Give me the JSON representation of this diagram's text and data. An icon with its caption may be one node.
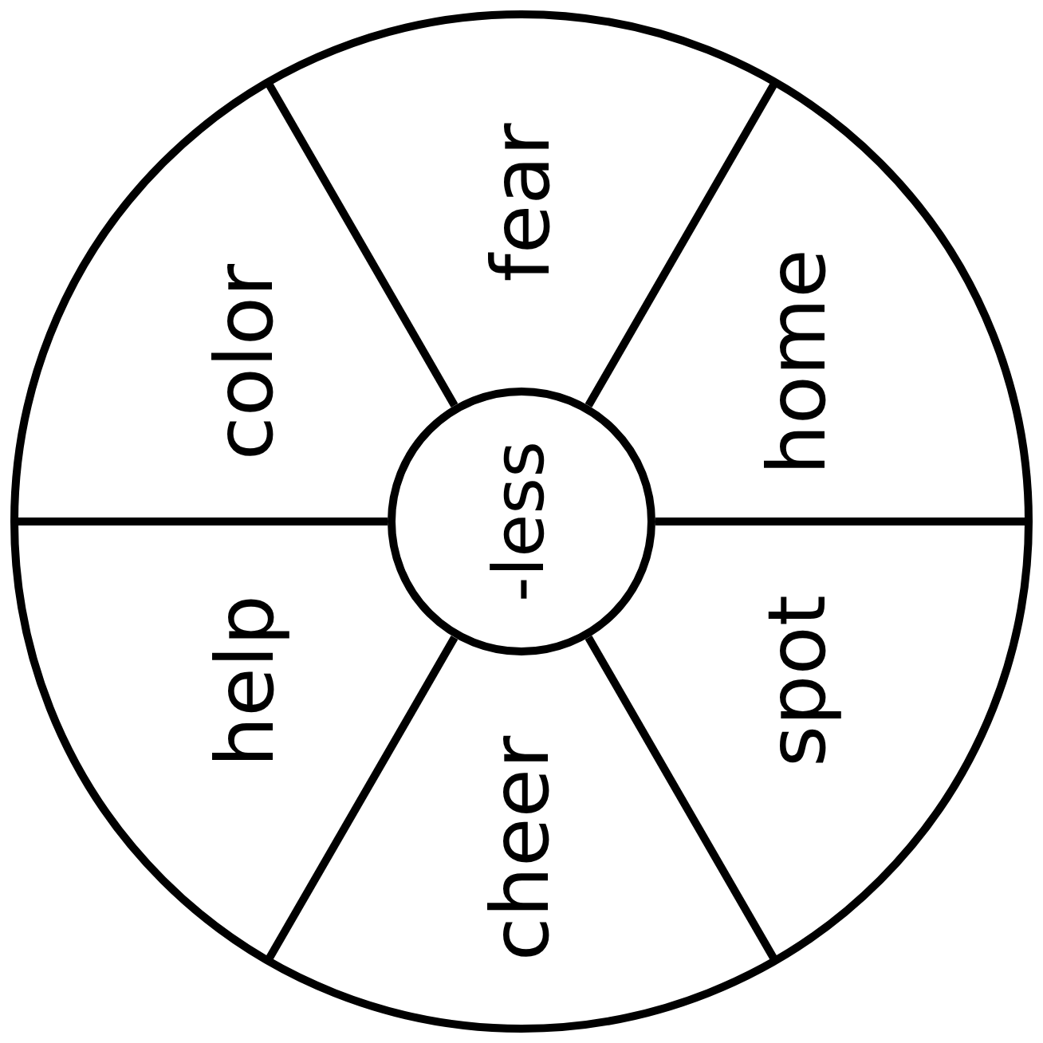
{
  "diagram": {
    "nodes": [
      {
        "text": [
          "fear"
        ]
      },
      {
        "text": [
          "home"
        ]
      },
      {
        "text": [
          "spot"
        ]
      },
      {
        "text": [
          "cheer"
        ]
      },
      {
        "text": [
          "help"
        ]
      },
      {
        "text": [
          "color"
        ]
      },
      {
        "text": [
          "-less"
        ]
      }
    ]
  }
}
